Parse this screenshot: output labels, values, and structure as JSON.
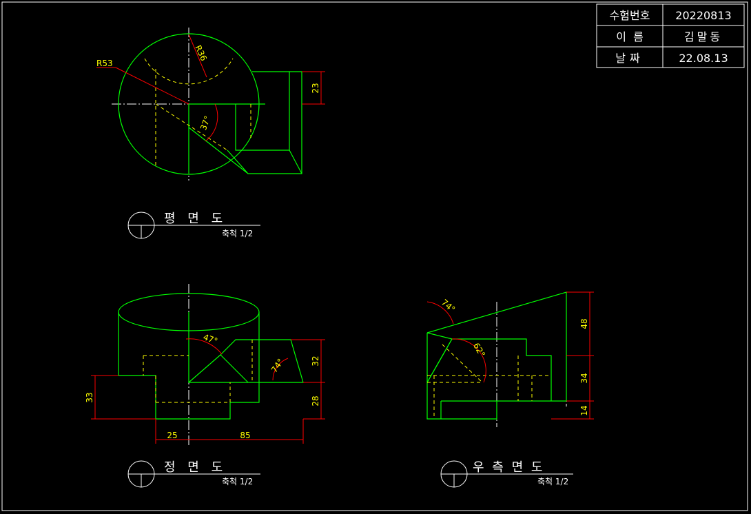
{
  "title_block": {
    "exam_number_label": "수험번호",
    "exam_number_value": "20220813",
    "name_label": "이  름",
    "name_value": "김말동",
    "date_label": "날짜",
    "date_value": "22.08.13"
  },
  "views": {
    "plan": {
      "title": "평 면 도",
      "scale": "축척 1/2"
    },
    "front": {
      "title": "정 면 도",
      "scale": "축척 1/2"
    },
    "right": {
      "title": "우 측 면 도",
      "scale": "축척 1/2"
    }
  },
  "dimensions": {
    "plan_r53": "R53",
    "plan_r36": "R36",
    "plan_23": "23",
    "plan_37deg": "37°",
    "front_47deg": "47°",
    "front_74deg": "74°",
    "front_32": "32",
    "front_28": "28",
    "front_33": "33",
    "front_25": "25",
    "front_85": "85",
    "right_74deg": "74°",
    "right_62deg": "62°",
    "right_48": "48",
    "right_34": "34",
    "right_14": "14"
  },
  "colors": {
    "background": "#000000",
    "outline": "#00ff00",
    "hidden": "#ffff00",
    "dimension": "#ff0000",
    "center": "#ffffff",
    "text": "#ffffff",
    "dim_text": "#ffff00"
  }
}
